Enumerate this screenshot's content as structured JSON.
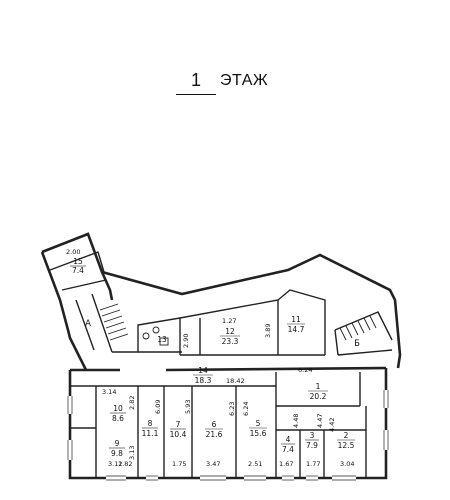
{
  "title": {
    "number": "1",
    "text": "ЭТАЖ"
  },
  "rooms": [
    {
      "id": "r15",
      "number": "15",
      "area": "7.4"
    },
    {
      "id": "r12",
      "number": "12",
      "area": "23.3"
    },
    {
      "id": "r11",
      "number": "11",
      "area": "14.7"
    },
    {
      "id": "r13",
      "number": "13",
      "area": ""
    },
    {
      "id": "r14",
      "number": "14",
      "area": "18.3"
    },
    {
      "id": "r1",
      "number": "1",
      "area": "20.2"
    },
    {
      "id": "r10",
      "number": "10",
      "area": "8.6"
    },
    {
      "id": "r9",
      "number": "9",
      "area": "9.8"
    },
    {
      "id": "r8",
      "number": "8",
      "area": "11.1"
    },
    {
      "id": "r7",
      "number": "7",
      "area": "10.4"
    },
    {
      "id": "r6",
      "number": "6",
      "area": "21.6"
    },
    {
      "id": "r5",
      "number": "5",
      "area": "15.6"
    },
    {
      "id": "r4",
      "number": "4",
      "area": "7.4"
    },
    {
      "id": "r3",
      "number": "3",
      "area": "7.9"
    },
    {
      "id": "r2",
      "number": "2",
      "area": "12.5"
    }
  ],
  "labels": {
    "a": "А",
    "b": "Б"
  },
  "dimensions": {
    "d200": "2.00",
    "d127": "1.27",
    "d389": "3.89",
    "d290": "2.90",
    "d624": "6.24",
    "d1842": "18.42",
    "d314": "3.14",
    "d282": "2.82",
    "d609": "6.09",
    "d593": "5.93",
    "d623": "6.23",
    "d624b": "6.24",
    "d313": "3.13",
    "d448": "4.48",
    "d447": "4.47",
    "d442": "4.42",
    "d312": "3.12",
    "d182": "1.82",
    "d175": "1.75",
    "d347": "3.47",
    "d251": "2.51",
    "d167": "1.67",
    "d177": "1.77",
    "d304": "3.04"
  }
}
